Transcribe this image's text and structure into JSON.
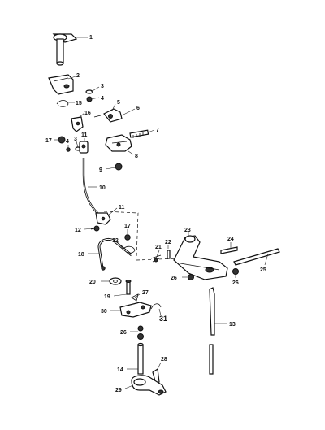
{
  "callouts": [
    {
      "id": "c1",
      "text": "1"
    },
    {
      "id": "c2",
      "text": "2"
    },
    {
      "id": "c3a",
      "text": "3"
    },
    {
      "id": "c4a",
      "text": "4"
    },
    {
      "id": "c15",
      "text": "15"
    },
    {
      "id": "c5",
      "text": "5"
    },
    {
      "id": "c6",
      "text": "6"
    },
    {
      "id": "c16",
      "text": "16"
    },
    {
      "id": "c17a",
      "text": "17"
    },
    {
      "id": "c4b",
      "text": "4"
    },
    {
      "id": "c3b",
      "text": "3"
    },
    {
      "id": "c11a",
      "text": "11"
    },
    {
      "id": "c7",
      "text": "7"
    },
    {
      "id": "c8",
      "text": "8"
    },
    {
      "id": "c9",
      "text": "9"
    },
    {
      "id": "c10",
      "text": "10"
    },
    {
      "id": "c11b",
      "text": "11"
    },
    {
      "id": "c12",
      "text": "12"
    },
    {
      "id": "c17b",
      "text": "17"
    },
    {
      "id": "c32",
      "text": "32"
    },
    {
      "id": "c18",
      "text": "18"
    },
    {
      "id": "c23",
      "text": "23"
    },
    {
      "id": "c22",
      "text": "22"
    },
    {
      "id": "c21",
      "text": "21"
    },
    {
      "id": "c24",
      "text": "24"
    },
    {
      "id": "c25",
      "text": "25"
    },
    {
      "id": "c20",
      "text": "20"
    },
    {
      "id": "c26a",
      "text": "26"
    },
    {
      "id": "c26b",
      "text": "26"
    },
    {
      "id": "c19",
      "text": "19"
    },
    {
      "id": "c27",
      "text": "27"
    },
    {
      "id": "c30",
      "text": "30"
    },
    {
      "id": "c31",
      "text": "31"
    },
    {
      "id": "c13",
      "text": "13"
    },
    {
      "id": "c26c",
      "text": "26"
    },
    {
      "id": "c14",
      "text": "14"
    },
    {
      "id": "c28",
      "text": "28"
    },
    {
      "id": "c29",
      "text": "29"
    }
  ]
}
